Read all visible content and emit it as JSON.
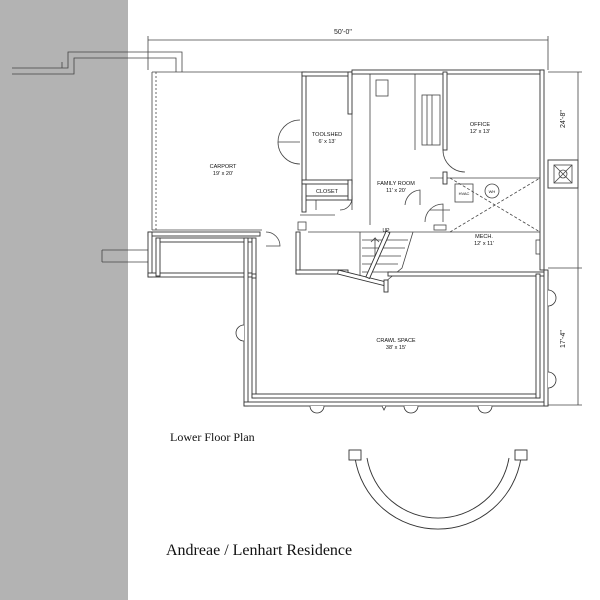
{
  "plan": {
    "overall_width_dim": "50'-0\"",
    "right_dim_upper": "24'-8\"",
    "right_dim_lower": "17'-4\"",
    "rooms": {
      "carport": {
        "name": "CARPORT",
        "size": "19' x 20'"
      },
      "toolshed": {
        "name": "TOOLSHED",
        "size": "6' x 13'"
      },
      "closet": {
        "name": "CLOSET"
      },
      "family_room": {
        "name": "FAMILY ROOM",
        "size": "11' x 20'"
      },
      "office": {
        "name": "OFFICE",
        "size": "12' x 13'"
      },
      "mech": {
        "name": "MECH.",
        "size": "12' x 11'"
      },
      "crawl_space": {
        "name": "CRAWL SPACE",
        "size": "38' x 15'"
      }
    },
    "fixtures": {
      "hvac": "HVAC",
      "water_heater": "WH",
      "stair_up": "UP"
    }
  },
  "titles": {
    "sheet": "Lower Floor Plan",
    "project": "Andreae / Lenhart Residence"
  },
  "colors": {
    "sidebar": "#b3b3b3",
    "wall": "#333333",
    "line": "#444444"
  }
}
